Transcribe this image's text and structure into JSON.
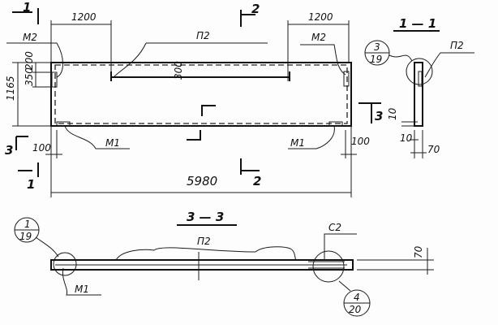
{
  "plan": {
    "dim_left_1200": "1200",
    "dim_right_1200": "1200",
    "label_p2": "П2",
    "label_m2_left": "М2",
    "label_m2_right": "М2",
    "label_m1_left": "М1",
    "label_m1_right": "М1",
    "dim_300": "300",
    "dim_200": "200",
    "dim_350": "350",
    "dim_1165": "1165",
    "dim_100_left": "100",
    "dim_100_right": "100",
    "dim_5980": "5980",
    "section_1_top": "1",
    "section_1_bottom": "1",
    "section_2_top": "2",
    "section_2_bottom": "2",
    "section_3_left": "3",
    "section_3_right": "3"
  },
  "section_1_1": {
    "title": "1 — 1",
    "callout_top": "3",
    "callout_bottom": "19",
    "label_p2": "П2",
    "dim_10_a": "10",
    "dim_10_b": "10",
    "dim_70": "70"
  },
  "section_3_3": {
    "title": "3 — 3",
    "label_p2": "П2",
    "label_c2": "С2",
    "label_m1": "М1",
    "callout_left_top": "1",
    "callout_left_bottom": "19",
    "callout_right_top": "4",
    "callout_right_bottom": "20",
    "dim_70": "70"
  }
}
